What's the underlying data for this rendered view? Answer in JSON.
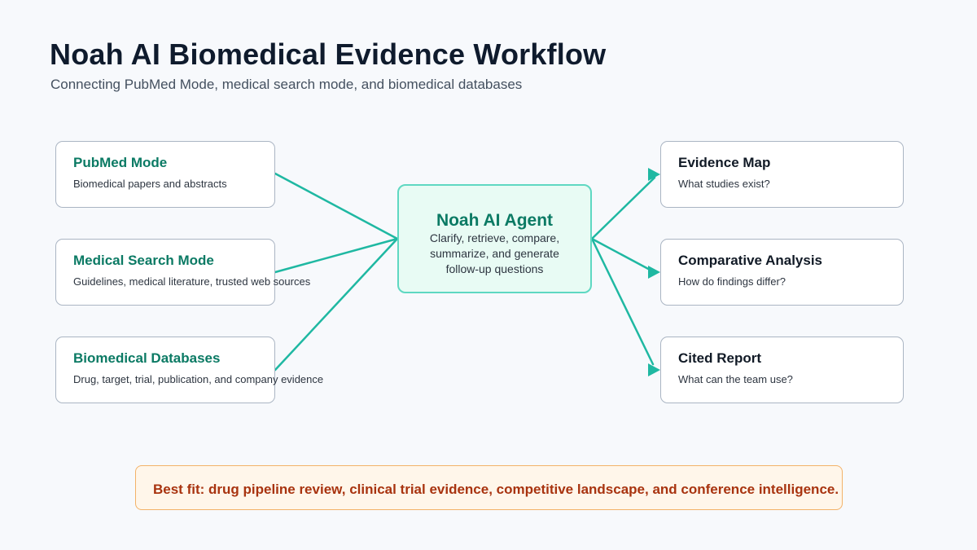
{
  "header": {
    "title": "Noah AI Biomedical Evidence Workflow",
    "subtitle": "Connecting PubMed Mode, medical search mode, and biomedical databases"
  },
  "sources": [
    {
      "title": "PubMed Mode",
      "desc": "Biomedical papers and abstracts"
    },
    {
      "title": "Medical Search Mode",
      "desc": "Guidelines, medical literature, trusted web sources"
    },
    {
      "title": "Biomedical Databases",
      "desc": "Drug, target, trial, publication, and company evidence"
    }
  ],
  "agent": {
    "title": "Noah AI Agent",
    "desc": "Clarify, retrieve, compare, summarize, and generate follow-up questions"
  },
  "outputs": [
    {
      "title": "Evidence Map",
      "desc": "What studies exist?"
    },
    {
      "title": "Comparative Analysis",
      "desc": "How do findings differ?"
    },
    {
      "title": "Cited Report",
      "desc": "What can the team use?"
    }
  ],
  "footer": {
    "best_fit": "Best fit: drug pipeline review, clinical trial evidence, competitive landscape, and conference intelligence."
  },
  "colors": {
    "accent": "#0b7a64",
    "connector": "#1fb8a2",
    "agent_fill": "#e8fbf4",
    "agent_border": "#5fd8c2",
    "banner_fill": "#fff6ea",
    "banner_border": "#f3b268",
    "banner_text": "#a8330f"
  }
}
